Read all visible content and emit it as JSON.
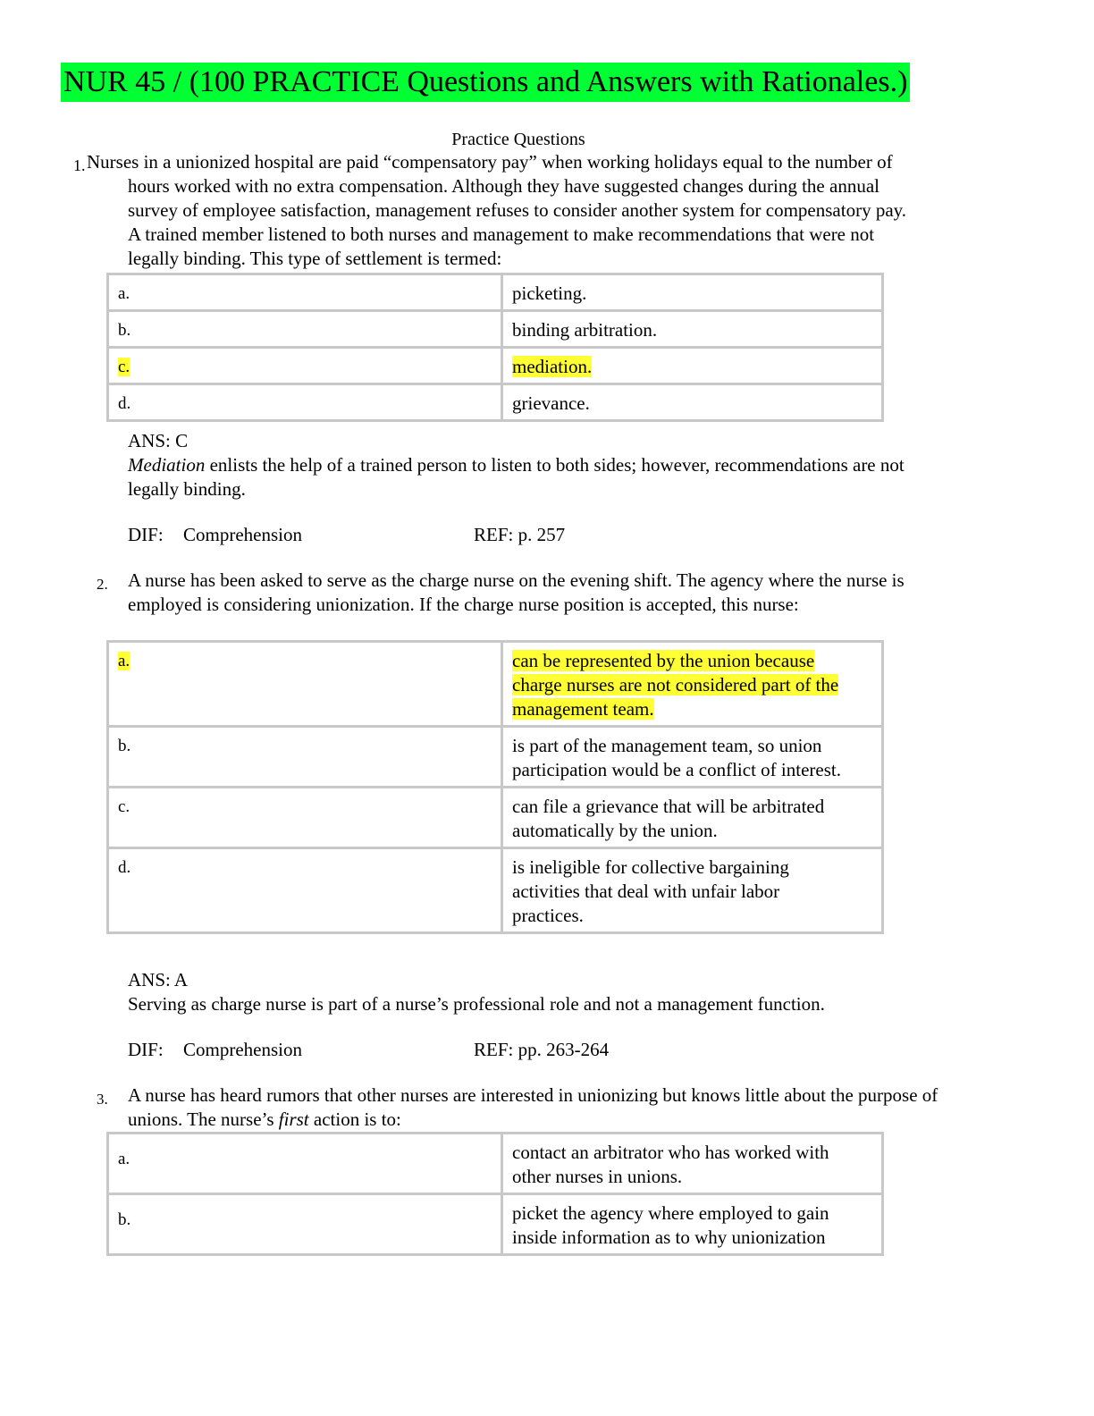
{
  "header": {
    "title": "NUR 45 / (100 PRACTICE Questions and Answers with Rationales.)",
    "section": "Practice Questions"
  },
  "colors": {
    "title_highlight": "#00ff33",
    "answer_highlight": "#ffff33",
    "table_border": "#c8c8c8"
  },
  "questions": [
    {
      "number": "1.",
      "stem": "Nurses in a unionized hospital are paid “compensatory pay” when working holidays equal to the number of hours worked with no extra compensation. Although they have suggested changes during the annual survey of employee satisfaction, management refuses to consider another system for compensatory pay. A trained member listened to both nurses and management to make recommendations that were not legally binding. This type of settlement is termed:",
      "options": [
        {
          "letter": "a.",
          "text": "picketing."
        },
        {
          "letter": "b.",
          "text": "binding arbitration."
        },
        {
          "letter": "c.",
          "text": "mediation."
        },
        {
          "letter": "d.",
          "text": "grievance."
        }
      ],
      "answer": "ANS: C",
      "rationale_em": "Mediation",
      "rationale": " enlists the help of a trained person to listen to both sides; however, recommendations are not legally binding.",
      "dif_label": "DIF:",
      "dif": "Comprehension",
      "ref_label": "REF:",
      "ref": "p. 257"
    },
    {
      "number": "2.",
      "stem": "A nurse has been asked to serve as the charge nurse on the evening shift. The agency where the nurse is employed is considering unionization. If the charge nurse position is accepted, this nurse:",
      "options": [
        {
          "letter": "a.",
          "text": "can be represented by the union because charge nurses are not considered part of the management team."
        },
        {
          "letter": "b.",
          "text": "is part of the management team, so union participation would be a conflict of interest."
        },
        {
          "letter": "c.",
          "text": "can file a grievance that will be arbitrated automatically by the union."
        },
        {
          "letter": "d.",
          "text": "is ineligible for collective bargaining activities that deal with unfair labor practices."
        }
      ],
      "answer": "ANS: A",
      "rationale": "Serving as charge nurse is part of a nurse’s professional role and not a management function.",
      "dif_label": "DIF:",
      "dif": "Comprehension",
      "ref_label": "REF:",
      "ref": "pp. 263-264"
    },
    {
      "number": "3.",
      "stem_before": "A nurse has heard rumors that other nurses are interested in unionizing but knows little about the purpose of unions. The nurse’s ",
      "stem_em": "first",
      "stem_after": " action is to:",
      "options": [
        {
          "letter": "a.",
          "text": "contact an arbitrator who has worked with other nurses in unions."
        },
        {
          "letter": "b.",
          "text": "picket the agency where employed to gain inside information as to why unionization"
        }
      ]
    }
  ]
}
